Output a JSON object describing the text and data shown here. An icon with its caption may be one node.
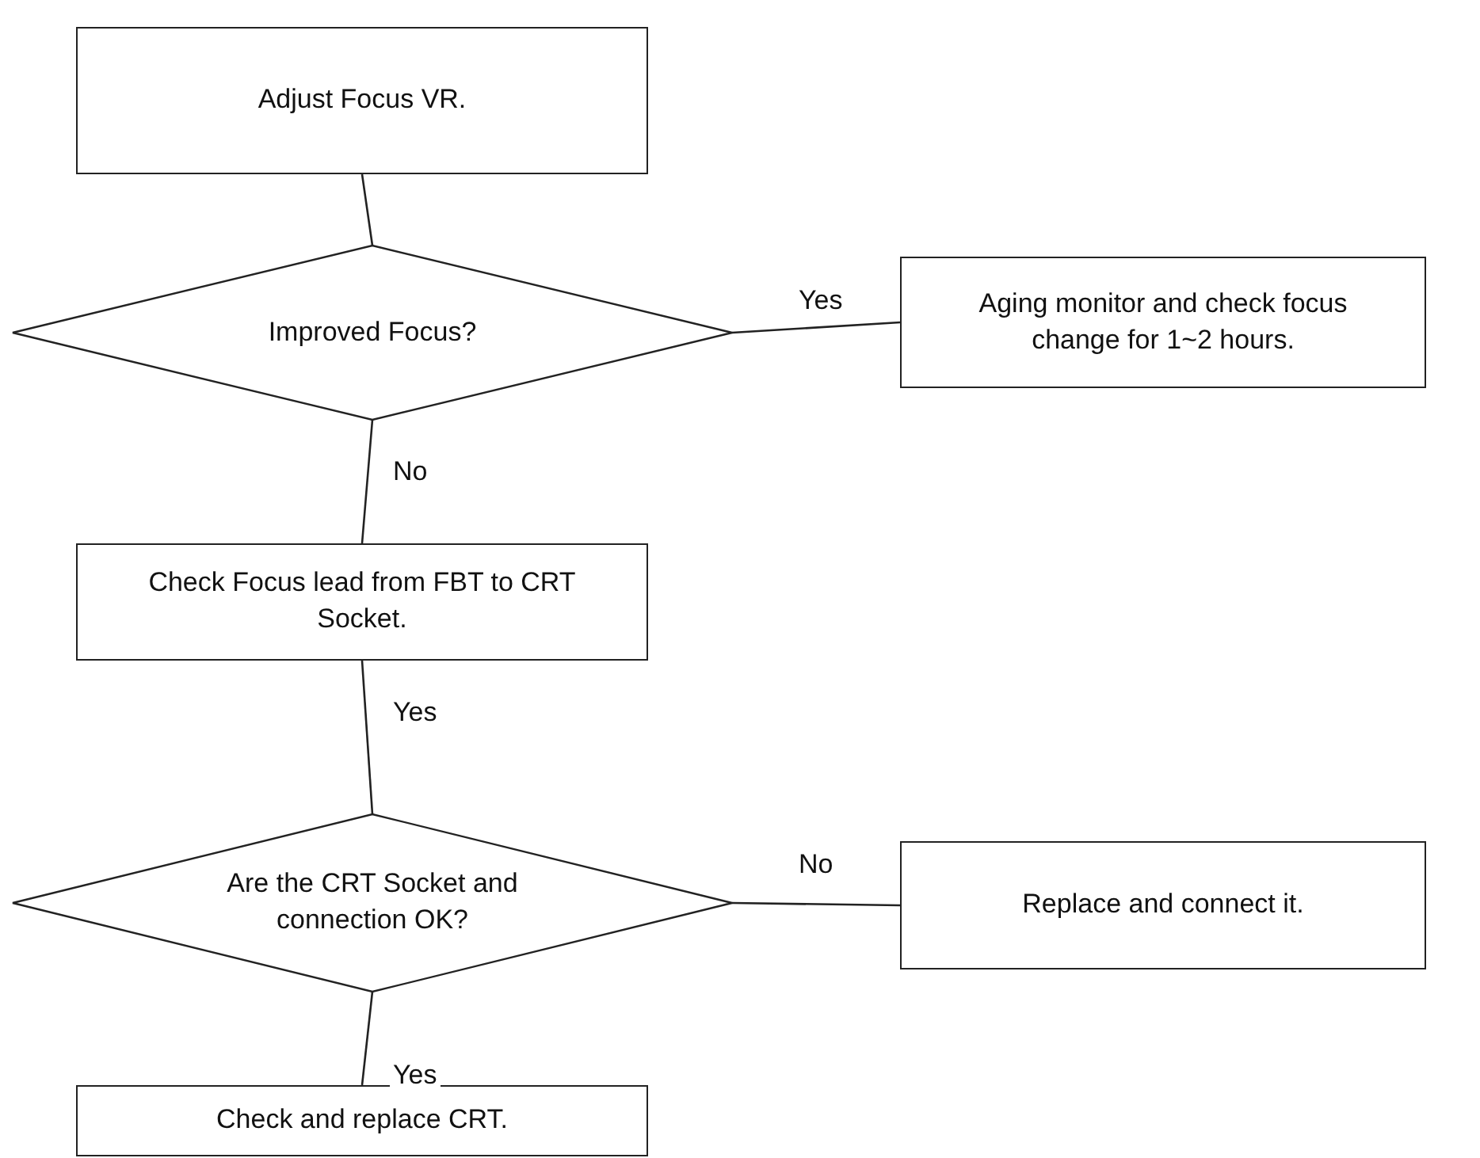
{
  "diagram": {
    "nodes": [
      {
        "text": [
          "Adjust Focus VR."
        ]
      },
      {
        "text": [
          "Improved Focus?"
        ]
      },
      {
        "text": [
          "Aging monitor and check focus change for 1~2 hours."
        ]
      },
      {
        "text": [
          "Check Focus lead from FBT to CRT Socket."
        ]
      },
      {
        "text": [
          "Are the CRT Socket and connection OK?"
        ]
      },
      {
        "text": [
          "Replace and connect it."
        ]
      },
      {
        "text": [
          "Check and replace CRT."
        ]
      }
    ],
    "edges": [
      {
        "from": 0,
        "to": 1,
        "arrow": "none"
      },
      {
        "from": 1,
        "to": 2,
        "arrow": "none",
        "label": "Yes"
      },
      {
        "from": 1,
        "to": 3,
        "arrow": "none",
        "label": "No"
      },
      {
        "from": 3,
        "to": 4,
        "arrow": "none",
        "label": "Yes"
      },
      {
        "from": 4,
        "to": 5,
        "arrow": "none",
        "label": "No"
      },
      {
        "from": 4,
        "to": 6,
        "arrow": "none",
        "label": "Yes"
      }
    ]
  }
}
